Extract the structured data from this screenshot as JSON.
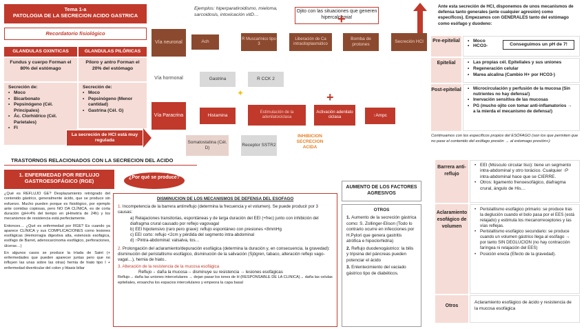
{
  "header": {
    "tema": "Tema 1-a",
    "title": "PATOLOGIA DE LA SECRECION ACIDO GASTRICA",
    "recordatorio": "Recordatorio fisiológico"
  },
  "glandulas": {
    "oxinticas": {
      "title": "GLANDULAS OXINTICAS",
      "desc": "Fundus y cuerpo Forman el 80% del estómago",
      "sec_title": "Secreción de:",
      "items": [
        "Moco",
        "Bicarbonato",
        "Pepsinógeno (Cél. Principales)",
        "Ác. Clorhídrico (Cél. Parietales)",
        "FI"
      ]
    },
    "piloricas": {
      "title": "GLANDULAS PILÓRICAS",
      "desc": "Píloro y antro Forman el 20% del estómago",
      "sec_title": "Secreción de:",
      "items": [
        "Moco",
        "Pepsinógeno (Menor cantidad)",
        "Gastrina (Cél. G)"
      ]
    },
    "note": "La secreción de HCl está muy regulada"
  },
  "flow": {
    "ejemplos": "Ejemplos: hiperparatiroidismo, mieloma, sarcoidosis, intoxicación vitD…",
    "ojito": "Ojito con las situaciones que generen hipercalcemia!",
    "row1": [
      "Vía neuronal",
      "Ach",
      "R Muscarínico tipo 3",
      "Liberación de Ca intracitoplasmático",
      "Bomba de protones",
      "Secreción HCl"
    ],
    "row2": [
      "Vía hormonal",
      "Gastrina",
      "R CCK 2"
    ],
    "row3": [
      "Vía Paracrina",
      "Histamina",
      "Estimulación de la adenilatociclasa",
      "Activación adenilato ciclasa",
      "↑Ampc"
    ],
    "row4": [
      "Somatostatina (Cél. D)",
      "Receptor SSTR2",
      "INHIBICION SECRECION ACIDA"
    ]
  },
  "trastornos": {
    "title": "TRASTORNOS RELACIONADOS CON LA SECRECION DEL ACIDO",
    "rge_title": "1. ENFERMEDAD POR REFLUJO GASTROESOFÁGICO (RGE)",
    "porque": "¿Por qué se produce?"
  },
  "rge_text": {
    "p1": "¿Qué es REFLUJO GE? Desplazamiento retrógrado del contenido gástrico, generalmente ácido, que se produce sin esfuerzo. Mucho pueden porque es fisiológico, por ejemplo ante comidas copiosas, pero NO DA CLÍNICA, es de corta duración (pH<4% del tiempo en pHmetría de 24h) y los mecanismos de resistencia está perfectamente.",
    "p2": "Entonces… ¿Qué es enfermedad por RGE? Es cuando ya aparece CLÍNICA y sus COMPLICACIONES como lesiones esofágicas (Hemorragia digestiva alta, estenosis esofágica, esófago de Barret, adenocarcinoma esofágico, perforaciones, úlceras…)",
    "p3": "En algunos casos se produce la tríada de Saint (+ enfermedades que pueden aparecer juntas pero que no influyen las unas sobre las otras) hernia de hiato tipo I + enfermedad diverticular del colon y litiasis biliar"
  },
  "disminucion": {
    "title": "DISMINUCION DE LOS MECANISMOS DE DEFENSA DEL ESOFAGO",
    "i1": "Incompetencia de la barrera antirreflujo (determina la frecuencia y el volumen). Se puede producir por 3 causas:",
    "i1a": [
      "Relajaciones transitorias, espontáneas y de larga duración del EEI (+frec) junto con inhibición del diafragma crural causado por reflejo vagovagal",
      "EEI hipotensivo (raro pero grave): reflujo espontáneo con presiones <8mmHg",
      "EEI corto: reflujo <2cm y pérdida del segmento intra-abdominal",
      "↑Pintra-abdominal: valsalva, tos…"
    ],
    "i2": "Prolongación del aclaramiento/depuración esofágica (determina la duración y, en consecuencia, la gravedad): disminución del peristaltismo esofágico, disminución de la salivación (Sjögren, tabaco, alteración reflejo vago-vagal…), hernia de hiato..",
    "i3": "Alteración de la resistencia de la mucosa esofágica",
    "i3a": "Reflujo→ daña la mucosa→ disminuye su resistencia → lesiones esofágicas",
    "i3b": "Reflujo→ daña las uniones intercelulares → dejan pasar los iones de H (RESPONSABLE DE LA CLINICA)→ daña las celulas epiteliales, ensancha los espacios intercelulares y empeora la capa basal"
  },
  "aumento": {
    "title": "AUMENTO DE LOS FACTORES AGRESIVOS",
    "otros": "OTROS",
    "items": [
      "Aumento de la secreción gástrica como: S. Zollinger-Elison (Todo lo contrario ocurre en infecciones por H.Pylori que genera gastritis atrófica e hipoclorhidria)",
      "Reflujo duodenogástrico: la bilis y tripsina del páncreas pueden potenciar el ácido",
      "Enlentecimiento del vaciado gástrico tipo de diabéticos."
    ]
  },
  "right": {
    "intro": "Ante esta secreción de HCl, disponemos de unos mecanismos de defensa tanto generales (ante cualquier agresión) como específicos). Empezamos con GENERALES tanto del estómago como esófago y duodeno:",
    "preepitelial": {
      "label": "Pre-epitelial",
      "items": [
        "Moco",
        "HCO3-"
      ],
      "note": "Conseguimos un pH de 7!"
    },
    "epitelial": {
      "label": "Epitelial",
      "items": [
        "Las propias cél. Epiteliales y sus uniones",
        "Regeneración celular",
        "Marea alcalina (Cambio H+ por HCO3-)"
      ]
    },
    "postepitelial": {
      "label": "Post-epitelial",
      "items": [
        "Microcirculación y perfusión de la mucosa (Sin nutrientes no hay defensa!)",
        "Inervación sensitiva de las mucosas",
        "PG (mucho ojito con tomar anti-inflamatorios → a la mierda el mecanismo de defensa!)"
      ]
    },
    "continuamos": "Continuamos con los específicos propios del ESÓFAGO (son los que permiten que no pase el contenido del esófago presión → al estomago presión+):",
    "barrera": {
      "label": "Barrera anti-reflujo",
      "items": [
        "EEI (Músculo circular liso): tiene un segmento intra-abdominal y otro torácico. Cualquier ↑P intra-abdominal hace que se CIERRE.",
        "Otros: ligamento frenoesofágico, diafragma crural, ángulo de His…"
      ]
    },
    "aclaramiento": {
      "label": "Aclaramiento esofágico de volumen",
      "items": [
        "Peristaltismo esofágico primario: se produce tras la deglución cuando el bolo pasa por el EES (está relajado) y estimula los mecanorreceptores y las vías reflejas.",
        "Peristaltismo esofágico secundario: se produce cuando un volumen gástrico llega al esófago → por tanto SIN DEGLUCION (no hay contracción faríngea ni relajación del EES)",
        "Posición erecta (Efecto de la gravedad)."
      ]
    },
    "otros": {
      "label": "Otros",
      "text": "Aclaramiento esofágico de ácido y resistencia de la mucosa esofágica"
    }
  },
  "colors": {
    "red": "#c0392b",
    "pink": "#f6dcd6",
    "grey": "#d9d9d9",
    "brown": "#8b4a2f"
  }
}
